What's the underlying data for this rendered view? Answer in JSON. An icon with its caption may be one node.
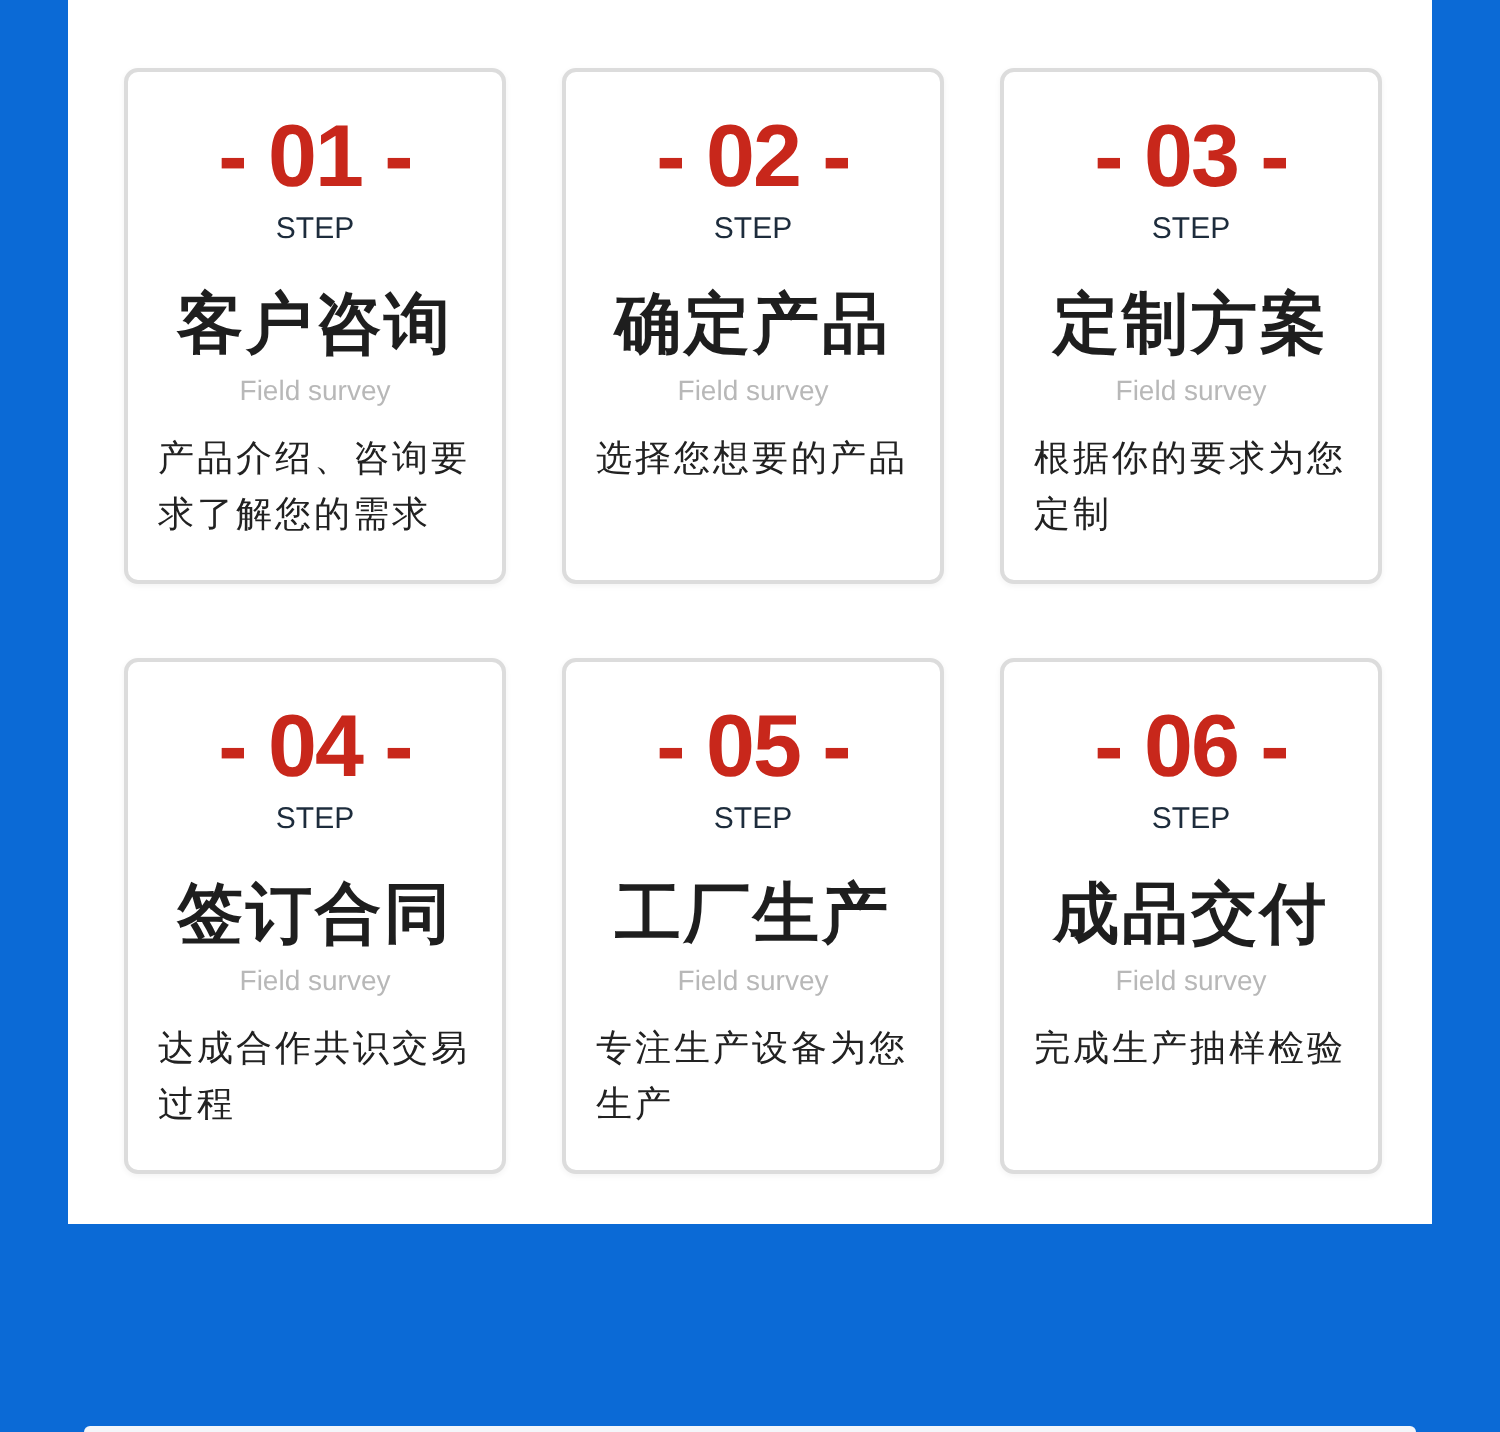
{
  "diagram": {
    "nodes": [
      {
        "text": [
          "- 01 -",
          "STEP",
          "客户咨询",
          "Field survey",
          "产品介绍、咨询要求了解您的需求"
        ]
      },
      {
        "text": [
          "- 02 -",
          "STEP",
          "确定产品",
          "Field survey",
          "选择您想要的产品"
        ]
      },
      {
        "text": [
          "- 03 -",
          "STEP",
          "定制方案",
          "Field survey",
          "根据你的要求为您定制"
        ]
      },
      {
        "text": [
          "- 04 -",
          "STEP",
          "签订合同",
          "Field survey",
          "达成合作共识交易过程"
        ]
      },
      {
        "text": [
          "- 05 -",
          "STEP",
          "工厂生产",
          "Field survey",
          "专注生产设备为您生产"
        ]
      },
      {
        "text": [
          "- 06 -",
          "STEP",
          "成品交付",
          "Field survey",
          "完成生产抽样检验"
        ]
      }
    ]
  }
}
